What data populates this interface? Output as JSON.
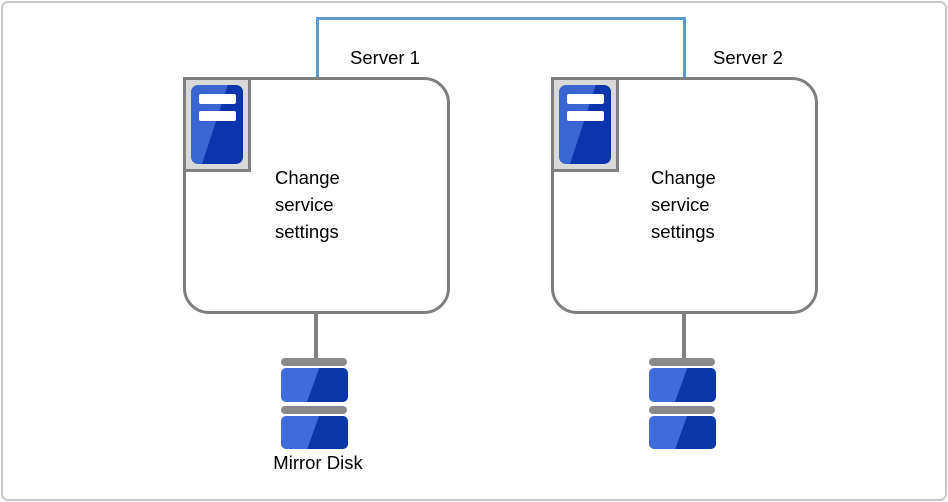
{
  "colors": {
    "connector_blue": "#5B9BD5",
    "box_border": "#7F7F7F",
    "icon_frame_fill": "#D9D9D9",
    "icon_frame_border": "#808080",
    "tower_blue_light": "#3A66D4",
    "tower_blue_dark": "#0C35AD",
    "disk_blue_light": "#3E6CDC",
    "disk_blue_dark": "#0B36A8",
    "cap_gray": "#8A8A8A",
    "stem_gray": "#808080",
    "outer_frame": "#C8C8C8",
    "text": "#000000"
  },
  "servers": [
    {
      "label": "Server 1",
      "body_text": "Change service settings"
    },
    {
      "label": "Server 2",
      "body_text": "Change service settings"
    }
  ],
  "disk": {
    "label": "Mirror Disk"
  }
}
